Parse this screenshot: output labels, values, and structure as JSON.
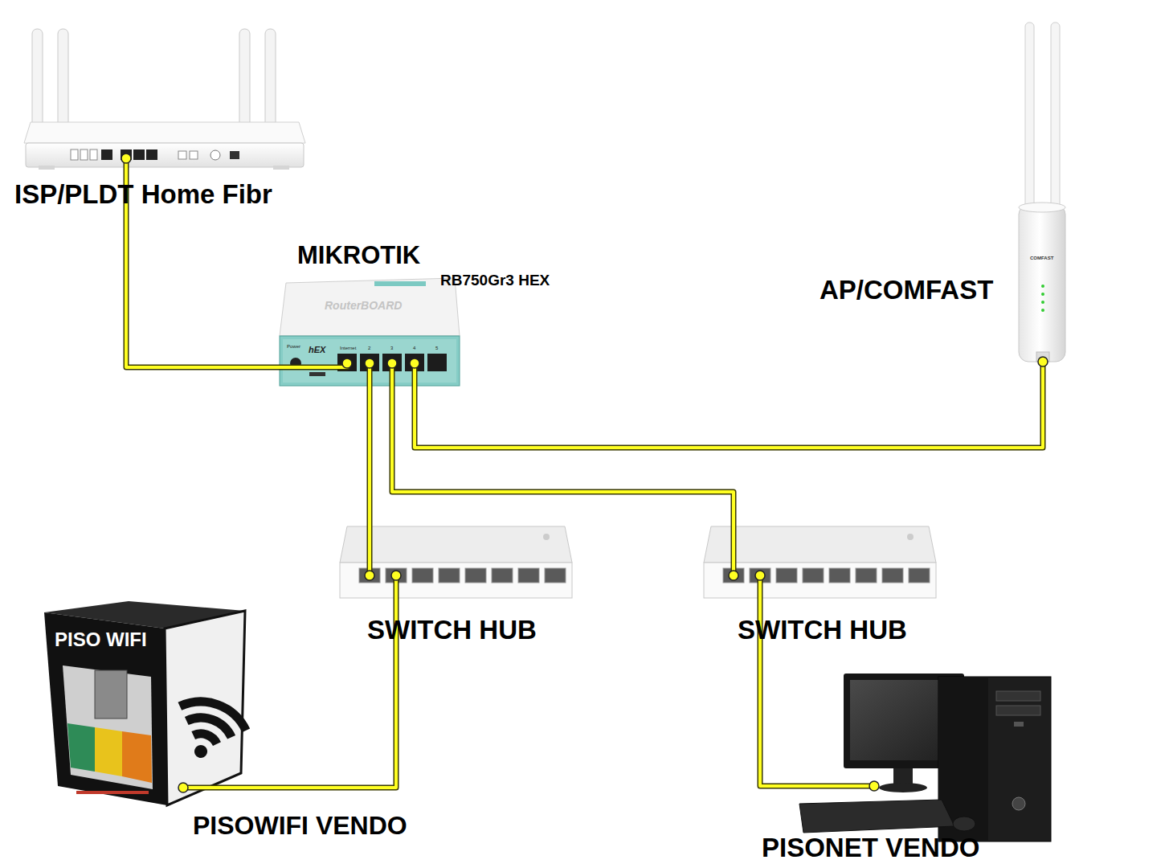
{
  "diagram": {
    "nodes": [
      {
        "text": [
          "ISP/PLDT Home Fibr"
        ]
      },
      {
        "text": [
          "MIKROTIK",
          "RB750Gr3 HEX"
        ]
      },
      {
        "text": [
          "AP/COMFAST"
        ]
      },
      {
        "text": [
          "SWITCH HUB"
        ]
      },
      {
        "text": [
          "SWITCH HUB"
        ]
      },
      {
        "text": [
          "PISOWIFI VENDO"
        ]
      },
      {
        "text": [
          "PISONET VENDO"
        ]
      }
    ],
    "edges": [
      {
        "from": 0,
        "to": 1,
        "arrow": "none"
      },
      {
        "from": 1,
        "to": 3,
        "arrow": "none"
      },
      {
        "from": 1,
        "to": 4,
        "arrow": "none"
      },
      {
        "from": 1,
        "to": 2,
        "arrow": "none"
      },
      {
        "from": 3,
        "to": 5,
        "arrow": "none"
      },
      {
        "from": 4,
        "to": 6,
        "arrow": "none"
      }
    ],
    "labels": [
      "RouterBOARD",
      "hEX",
      "Power",
      "Internet",
      "2",
      "3",
      "4",
      "5",
      "COMFAST",
      "PISO WIFI"
    ]
  }
}
